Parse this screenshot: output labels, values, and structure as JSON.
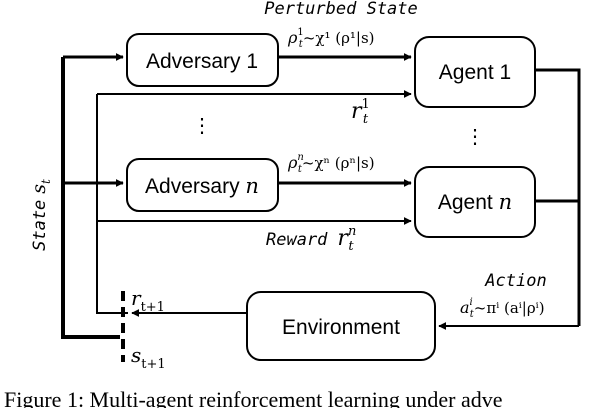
{
  "nodes": {
    "adversary_1": "Adversary 1",
    "adversary_n_prefix": "Adversary ",
    "adversary_n_var": "n",
    "agent_1": "Agent 1",
    "agent_n_prefix": "Agent ",
    "agent_n_var": "n",
    "environment": "Environment"
  },
  "labels": {
    "perturbed_state": "Perturbed State",
    "reward": "Reward",
    "action": "Action",
    "state": "State",
    "dots": "⋮"
  },
  "math": {
    "rho1": "ρ",
    "rho1_sub": "t",
    "rho1_sup": "1",
    "rho1_rest": "~χ¹ (ρ¹|s)",
    "rhon": "ρ",
    "rhon_sub": "t",
    "rhon_sup": "n",
    "rhon_rest": "~χⁿ (ρⁿ|s)",
    "r1": "r",
    "r1_sub": "t",
    "r1_sup": "1",
    "rn": "r",
    "rn_sub": "t",
    "rn_sup": "n",
    "a": "a",
    "a_sub": "t",
    "a_sup": "i",
    "a_rest": "~πⁱ (aⁱ|ρⁱ)",
    "s_state": "s",
    "s_state_sub": "t",
    "r_next": "r",
    "r_next_sub": "t+1",
    "s_next": "s",
    "s_next_sub": "t+1"
  },
  "caption": "Figure 1: Multi-agent reinforcement learning under adve"
}
